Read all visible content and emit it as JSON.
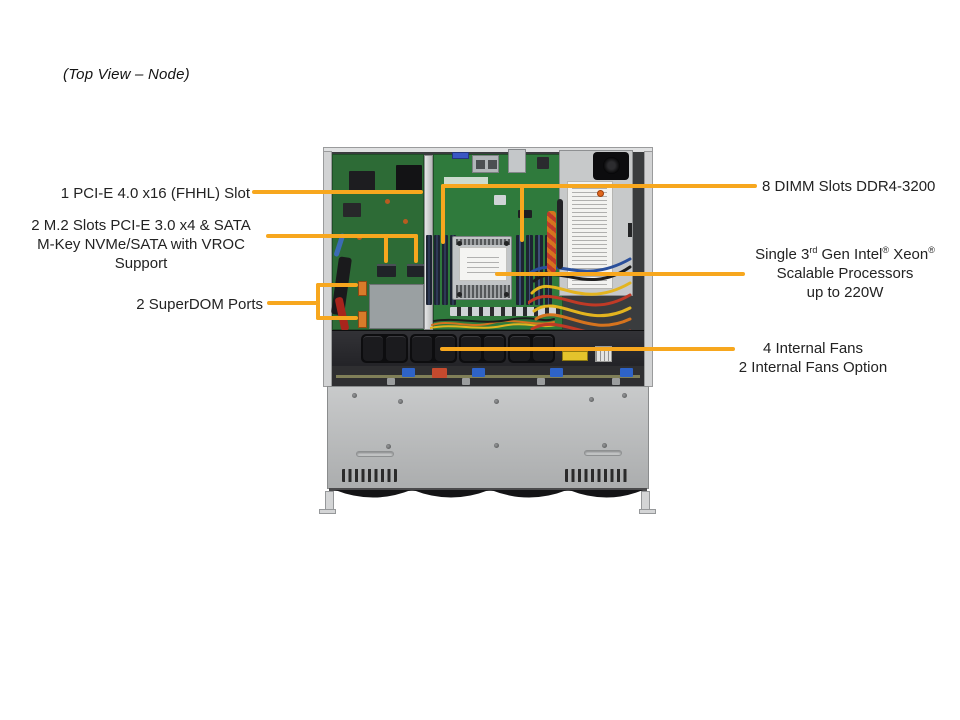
{
  "title": "(Top View – Node)",
  "labels": {
    "pcie": {
      "text": "1 PCI-E 4.0 x16 (FHHL) Slot"
    },
    "m2": {
      "line1": "2 M.2 Slots PCI-E 3.0 x4 & SATA",
      "line2": "M-Key NVMe/SATA with VROC",
      "line3": "Support"
    },
    "superdom": {
      "text": "2 SuperDOM Ports"
    },
    "dimm": {
      "text": "8 DIMM Slots DDR4-3200"
    },
    "cpu": {
      "l1a": "Single 3",
      "l1b": "rd",
      "l1c": " Gen Intel",
      "l1d": "®",
      "l1e": " Xeon",
      "l1f": "®",
      "line2": "Scalable Processors",
      "line3": "up to 220W"
    },
    "fans": {
      "line1": "4 Internal Fans",
      "line2": "2 Internal Fans Option"
    }
  },
  "colors": {
    "accent": "#F7A71E",
    "label_text": "#232323",
    "board_green": "#2F7A3C",
    "chassis_gray": "#D6D7D8",
    "cover_gray": "#B6B8B9",
    "cavity_gray": "#3A3C3E",
    "fan_black": "#121214",
    "psu_gray": "#C7C9CA",
    "dimm_navy": "#1D2433",
    "heatsink_silver": "#C2C5C7",
    "cable_yellow": "#E3B41F",
    "cable_red": "#C03A26",
    "cable_orange": "#D5731E",
    "cable_blue": "#2A4F9B"
  }
}
